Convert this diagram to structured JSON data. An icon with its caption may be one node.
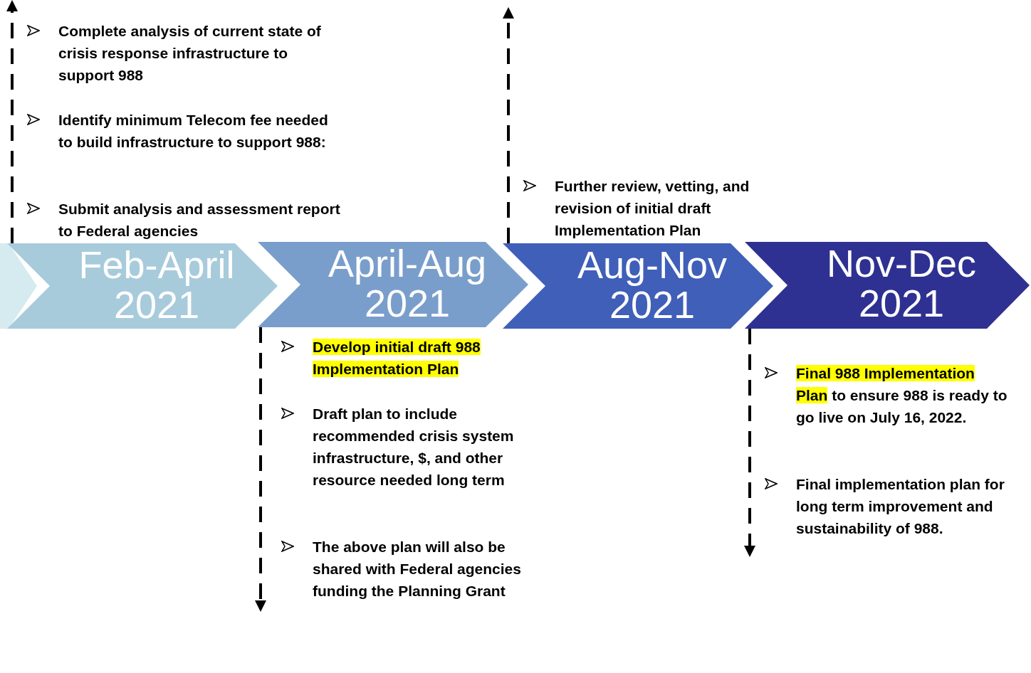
{
  "diagram": {
    "nodes": [
      {
        "text": [],
        "shape": "chevron"
      },
      {
        "text": [
          "Feb-April 2021"
        ],
        "beside": [
          "Complete analysis of current state of crisis response infrastructure to support 988",
          "Identify minimum Telecom fee needed to build infrastructure to support 988:",
          "Submit analysis and assessment report to Federal agencies"
        ]
      },
      {
        "text": [
          "April-Aug 2021"
        ],
        "beside": [
          "**Develop initial draft 988 Implementation Plan**",
          "Draft plan to include recommended crisis system infrastructure, $, and other resource needed long term",
          "The above plan will also be shared with Federal agencies funding the Planning Grant"
        ]
      },
      {
        "text": [
          "Aug-Nov 2021"
        ],
        "beside": [
          "Further review, vetting, and revision of initial draft Implementation Plan"
        ]
      },
      {
        "text": [
          "Nov-Dec 2021"
        ],
        "beside": [
          "**Final 988 Implementation Plan** to ensure 988 is ready to go live on July 16, 2022.",
          "Final implementation plan for long term improvement and sustainability of 988."
        ]
      }
    ],
    "edges": [
      {
        "from": 1,
        "to": null,
        "arrow": "to",
        "style": "dashed"
      },
      {
        "from": 2,
        "to": null,
        "arrow": "to",
        "style": "dashed"
      },
      {
        "from": 3,
        "to": null,
        "arrow": "to",
        "style": "dashed"
      },
      {
        "from": 4,
        "to": null,
        "arrow": "to",
        "style": "dashed"
      }
    ]
  }
}
